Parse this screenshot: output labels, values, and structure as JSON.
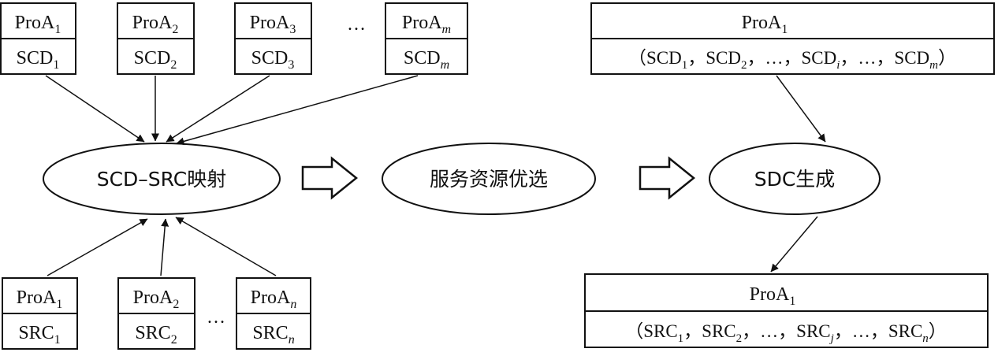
{
  "diagram": {
    "top_boxes": [
      {
        "name": "ProA",
        "sub": "1",
        "code": "SCD",
        "code_sub": "1"
      },
      {
        "name": "ProA",
        "sub": "2",
        "code": "SCD",
        "code_sub": "2"
      },
      {
        "name": "ProA",
        "sub": "3",
        "code": "SCD",
        "code_sub": "3"
      },
      {
        "name": "ProA",
        "sub": "m",
        "code": "SCD",
        "code_sub": "m"
      }
    ],
    "top_ellipsis": "…",
    "bottom_boxes": [
      {
        "name": "ProA",
        "sub": "1",
        "code": "SRC",
        "code_sub": "1"
      },
      {
        "name": "ProA",
        "sub": "2",
        "code": "SRC",
        "code_sub": "2"
      },
      {
        "name": "ProA",
        "sub": "n",
        "code": "SRC",
        "code_sub": "n"
      }
    ],
    "bottom_ellipsis": "…",
    "ellipses": {
      "mapping": "SCD–SRC映射",
      "selection": "服务资源优选",
      "generation": "SDC生成"
    },
    "result_top": {
      "header": {
        "name": "ProA",
        "sub": "1"
      },
      "list_open": "（",
      "list_close": "）",
      "items": [
        {
          "code": "SCD",
          "sub": "1",
          "sep": "，"
        },
        {
          "code": "SCD",
          "sub": "2",
          "sep": "，…，"
        },
        {
          "code": "SCD",
          "sub": "i",
          "sep": "，…，"
        },
        {
          "code": "SCD",
          "sub": "m",
          "sep": ""
        }
      ]
    },
    "result_bottom": {
      "header": {
        "name": "ProA",
        "sub": "1"
      },
      "list_open": "（",
      "list_close": "）",
      "items": [
        {
          "code": "SRC",
          "sub": "1",
          "sep": "，"
        },
        {
          "code": "SRC",
          "sub": "2",
          "sep": "，…，"
        },
        {
          "code": "SRC",
          "sub": "j",
          "sep": "，…，"
        },
        {
          "code": "SRC",
          "sub": "n",
          "sep": ""
        }
      ]
    }
  },
  "colors": {
    "stroke": "#111111",
    "background": "#ffffff"
  },
  "icons": {
    "flow_arrow": "block-right-arrow-icon",
    "connector": "line-arrow-icon"
  }
}
